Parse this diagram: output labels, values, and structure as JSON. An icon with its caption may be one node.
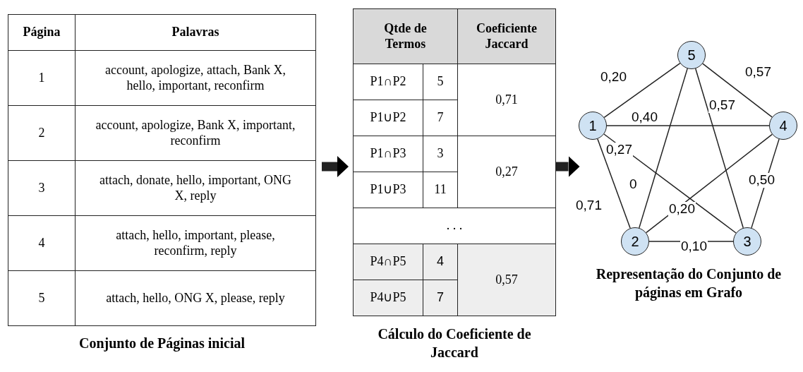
{
  "diagram": {
    "nodes": [
      {
        "text": [
          "Conjunto de Páginas inicial"
        ]
      },
      {
        "text": [
          "Cálculo do Coeficiente de Jaccard"
        ]
      },
      {
        "text": [
          "Representação do Conjunto de páginas em Grafo"
        ]
      },
      {
        "text": [
          "1"
        ],
        "in": 2
      },
      {
        "text": [
          "2"
        ],
        "in": 2
      },
      {
        "text": [
          "3"
        ],
        "in": 2
      },
      {
        "text": [
          "4"
        ],
        "in": 2
      },
      {
        "text": [
          "5"
        ],
        "in": 2
      }
    ],
    "edges": [
      {
        "from": 0,
        "to": 1,
        "arrow": "to",
        "style": "thick"
      },
      {
        "from": 1,
        "to": 2,
        "arrow": "to",
        "style": "thick"
      },
      {
        "from": 3,
        "to": 7,
        "arrow": "none",
        "label": "0,20"
      },
      {
        "from": 7,
        "to": 6,
        "arrow": "none",
        "label": "0,57"
      },
      {
        "from": 7,
        "to": 5,
        "arrow": "none",
        "label": "0,57"
      },
      {
        "from": 3,
        "to": 6,
        "arrow": "none",
        "label": "0,40"
      },
      {
        "from": 3,
        "to": 5,
        "arrow": "none",
        "label": "0,27"
      },
      {
        "from": 7,
        "to": 4,
        "arrow": "none",
        "label": "0"
      },
      {
        "from": 6,
        "to": 5,
        "arrow": "none",
        "label": "0,50"
      },
      {
        "from": 3,
        "to": 4,
        "arrow": "none",
        "label": "0,71"
      },
      {
        "from": 6,
        "to": 4,
        "arrow": "none",
        "label": "0,20"
      },
      {
        "from": 4,
        "to": 5,
        "arrow": "none",
        "label": "0,10"
      }
    ],
    "labels": [
      "Página",
      "Palavras",
      "1",
      "account, apologize, attach, Bank X, hello, important, reconfirm",
      "2",
      "account, apologize, Bank X, important, reconfirm",
      "3",
      "attach, donate, hello, important, ONG X, reply",
      "4",
      "attach, hello, important, please, reconfirm, reply",
      "5",
      "attach, hello, ONG X, please, reply",
      "Qtde de Termos",
      "Coeficiente Jaccard",
      "P1∩P2",
      "5",
      "0,71",
      "P1∪P2",
      "7",
      "P1∩P3",
      "3",
      "0,27",
      "P1∪P3",
      "11",
      ". . .",
      "P4∩P5",
      "4",
      "0,57",
      "P4∪P5",
      "7"
    ]
  }
}
